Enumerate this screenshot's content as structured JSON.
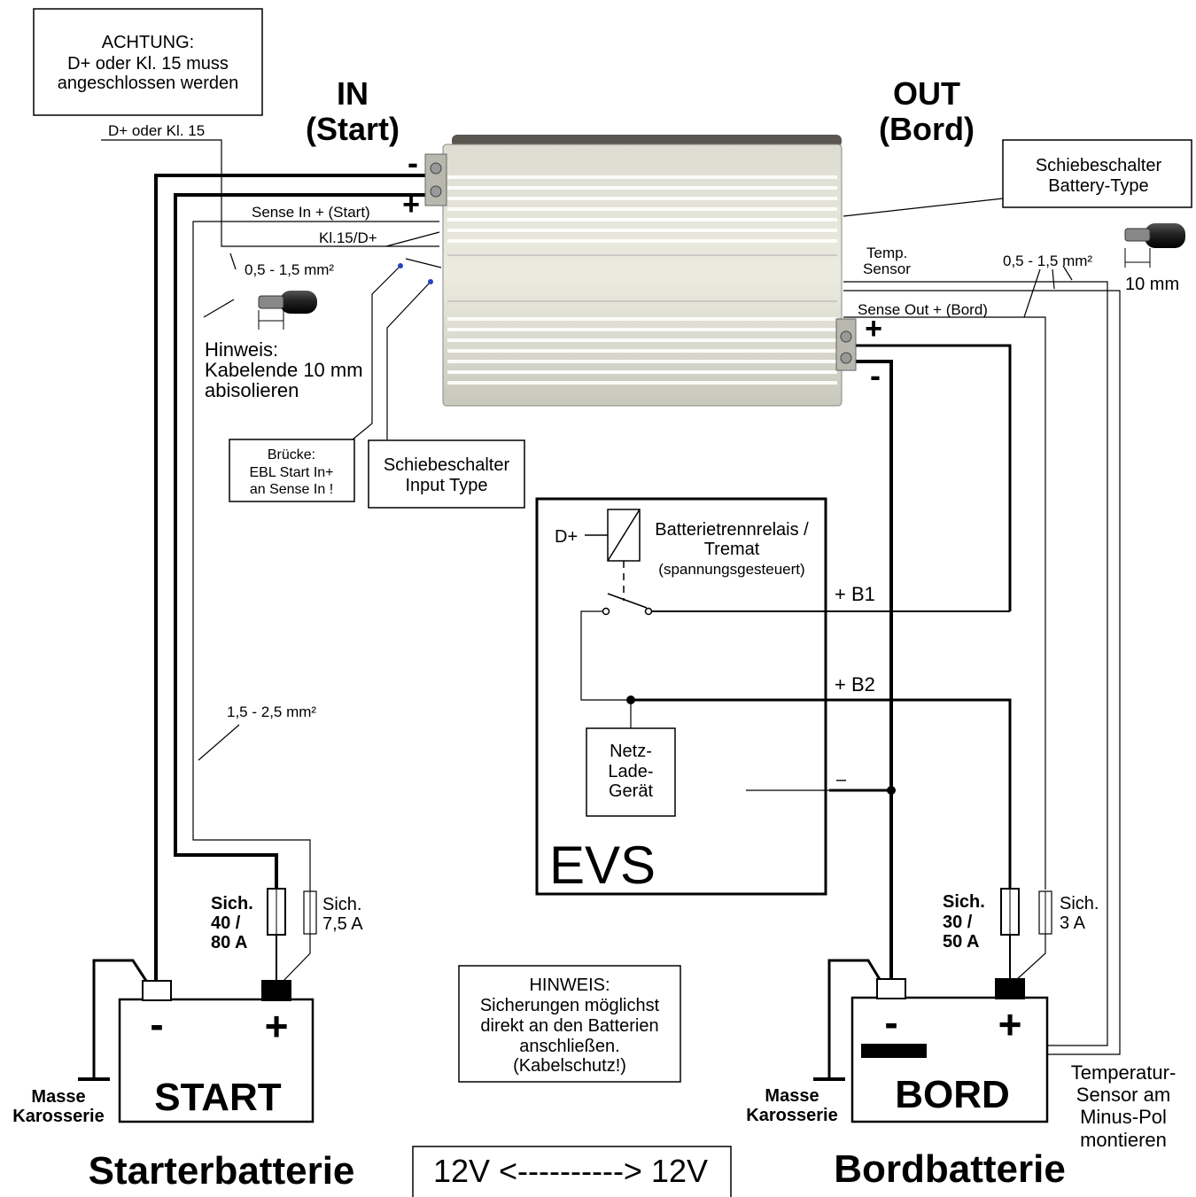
{
  "notes": {
    "warning": {
      "line1": "ACHTUNG:",
      "line2": "D+ oder Kl. 15 muss",
      "line3": "angeschlossen werden"
    },
    "strip_hint": {
      "line1": "Hinweis:",
      "line2": "Kabelende 10 mm",
      "line3": "abisolieren"
    },
    "bridge": {
      "line1": "Brücke:",
      "line2": "EBL Start In+",
      "line3": "an Sense In !"
    },
    "fuse_hint": {
      "line1": "HINWEIS:",
      "line2": "Sicherungen möglichst",
      "line3": "direkt an den Batterien",
      "line4": "anschließen.",
      "line5": "(Kabelschutz!)"
    },
    "temp_hint": {
      "line1": "Temperatur-",
      "line2": "Sensor am",
      "line3": "Minus-Pol",
      "line4": "montieren"
    }
  },
  "device": {
    "in_label_1": "IN",
    "in_label_2": "(Start)",
    "out_label_1": "OUT",
    "out_label_2": "(Bord)",
    "minus": "-",
    "plus": "+"
  },
  "wires": {
    "d_plus_kl15": "D+ oder Kl. 15",
    "sense_in": "Sense In + (Start)",
    "kl15_dplus": "Kl.15/D+",
    "gauge_small_left": "0,5 - 1,5 mm²",
    "gauge_small_right": "0,5 - 1,5 mm²",
    "gauge_main": "1,5 - 2,5 mm²",
    "temp_sensor_1": "Temp.",
    "temp_sensor_2": "Sensor",
    "sense_out": "Sense Out + (Bord)",
    "strip_length": "10 mm"
  },
  "switches": {
    "battery_type_1": "Schiebeschalter",
    "battery_type_2": "Battery-Type",
    "input_type_1": "Schiebeschalter",
    "input_type_2": "Input Type"
  },
  "evs": {
    "title": "EVS",
    "dplus": "D+",
    "relay_1": "Batterietrennrelais /",
    "relay_2": "Tremat",
    "relay_3": "(spannungsgesteuert)",
    "b1": "+ B1",
    "b2": "+ B2",
    "minus": "–",
    "charger_1": "Netz-",
    "charger_2": "Lade-",
    "charger_3": "Gerät"
  },
  "fuses": {
    "start_main_1": "Sich.",
    "start_main_2": "40 /",
    "start_main_3": "80 A",
    "start_small_1": "Sich.",
    "start_small_2": "7,5 A",
    "bord_main_1": "Sich.",
    "bord_main_2": "30 /",
    "bord_main_3": "50 A",
    "bord_small_1": "Sich.",
    "bord_small_2": "3 A"
  },
  "batteries": {
    "start_label": "START",
    "bord_label": "BORD",
    "minus": "-",
    "plus": "+",
    "ground_1": "Masse",
    "ground_2": "Karosserie",
    "start_caption": "Starterbatterie",
    "bord_caption": "Bordbatterie"
  },
  "voltage": "12V <----------> 12V"
}
